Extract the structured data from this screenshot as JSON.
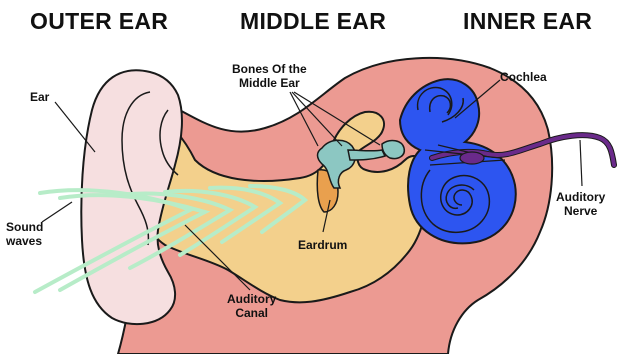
{
  "sections": {
    "outer": "OUTER EAR",
    "middle": "MIDDLE EAR",
    "inner": "INNER EAR"
  },
  "labels": {
    "ear": "Ear",
    "sound_waves_1": "Sound",
    "sound_waves_2": "waves",
    "bones_1": "Bones Of the",
    "bones_2": "Middle Ear",
    "cochlea": "Cochlea",
    "auditory_nerve_1": "Auditory",
    "auditory_nerve_2": "Nerve",
    "eardrum": "Eardrum",
    "auditory_canal_1": "Auditory",
    "auditory_canal_2": "Canal"
  },
  "colors": {
    "tissue": "#ec9a92",
    "canal": "#f3d08c",
    "pinna": "#f6dfe0",
    "ossicles": "#8cc7c2",
    "eardrum": "#e9a04e",
    "cochlea": "#2d55f0",
    "nerve": "#6a2a8a",
    "waves": "#b7ecc8"
  }
}
